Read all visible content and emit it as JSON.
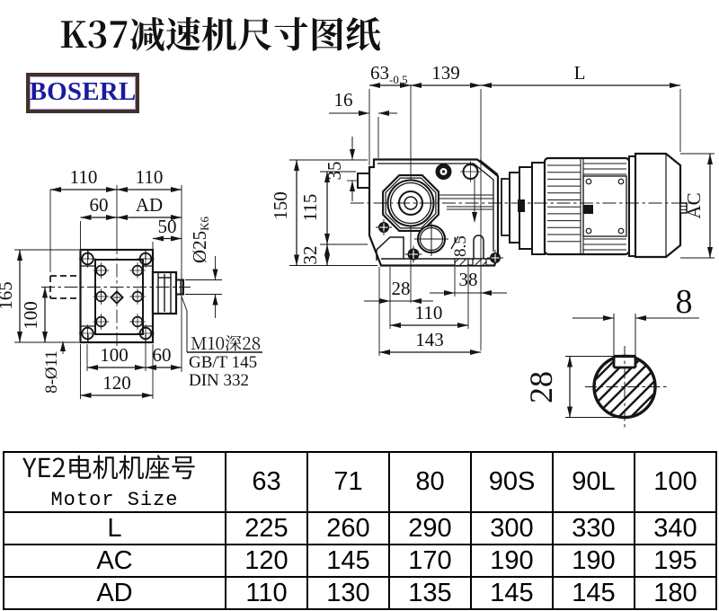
{
  "title": "K37减速机尺寸图纸",
  "logo": "BOSERL",
  "colors": {
    "ink": "#1a1a1a",
    "logo_text": "#1a1aa0",
    "logo_border": "#43302a"
  },
  "left_view": {
    "dims": {
      "top_left": "110",
      "top_right": "110",
      "flange_width": "60",
      "ad": "AD",
      "shaft_length": "50",
      "shaft_dia": "Ø25",
      "shaft_dia_tol": "K6",
      "height": "165",
      "center_height": "100",
      "holes": "8-Ø11",
      "base_inner": "100",
      "base_outer": "60",
      "base_width": "120"
    },
    "notes": [
      "M10深28",
      "GB/T 145",
      "DIN 332"
    ]
  },
  "front_view": {
    "dims": {
      "face_to_center": "63",
      "face_tol": "-0.5",
      "gear_length": "139",
      "motor_length": "L",
      "step": "16",
      "top_to_center": "35",
      "center_to_base": "115",
      "height": "150",
      "foot": "32",
      "slot": "8.5",
      "hole_offset": "28",
      "slot_offset": "38",
      "foot_span": "110",
      "foot_length": "143",
      "motor_dia": "AC"
    }
  },
  "shaft_section": {
    "key_width": "8",
    "diameter": "28"
  },
  "table": {
    "row_header_line1": "YE2电机机座号",
    "row_header_line2": "Motor Size",
    "columns": [
      "63",
      "71",
      "80",
      "90S",
      "90L",
      "100"
    ],
    "rows": [
      {
        "label": "L",
        "values": [
          "225",
          "260",
          "290",
          "300",
          "330",
          "340"
        ]
      },
      {
        "label": "AC",
        "values": [
          "120",
          "145",
          "170",
          "190",
          "190",
          "195"
        ]
      },
      {
        "label": "AD",
        "values": [
          "110",
          "130",
          "135",
          "145",
          "145",
          "180"
        ]
      }
    ]
  }
}
